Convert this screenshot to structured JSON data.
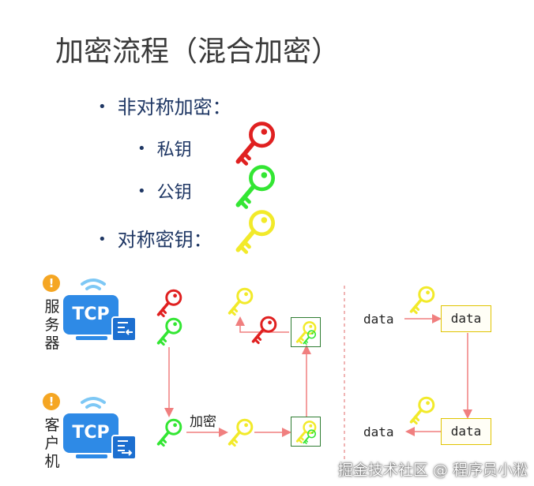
{
  "title": "加密流程（混合加密）",
  "bullets": {
    "asym": "非对称加密：",
    "private": "私钥",
    "public": "公钥",
    "sym": "对称密钥："
  },
  "server": {
    "label_lines": [
      "服",
      "务",
      "器"
    ],
    "badge": "TCP"
  },
  "client": {
    "label_lines": [
      "客",
      "户",
      "机"
    ],
    "badge": "TCP"
  },
  "flow": {
    "encrypt_label": "加密"
  },
  "data_flow": {
    "left_top": "data",
    "box_top": "data",
    "left_bottom": "data",
    "box_bottom": "data"
  },
  "colors": {
    "private": "#e02020",
    "public": "#33e633",
    "symmetric": "#f2ea2a",
    "arrow": "#f07f7f",
    "tcp_blue": "#2e8ae6"
  },
  "watermark": "掘金技术社区 @ 程序员小淞"
}
